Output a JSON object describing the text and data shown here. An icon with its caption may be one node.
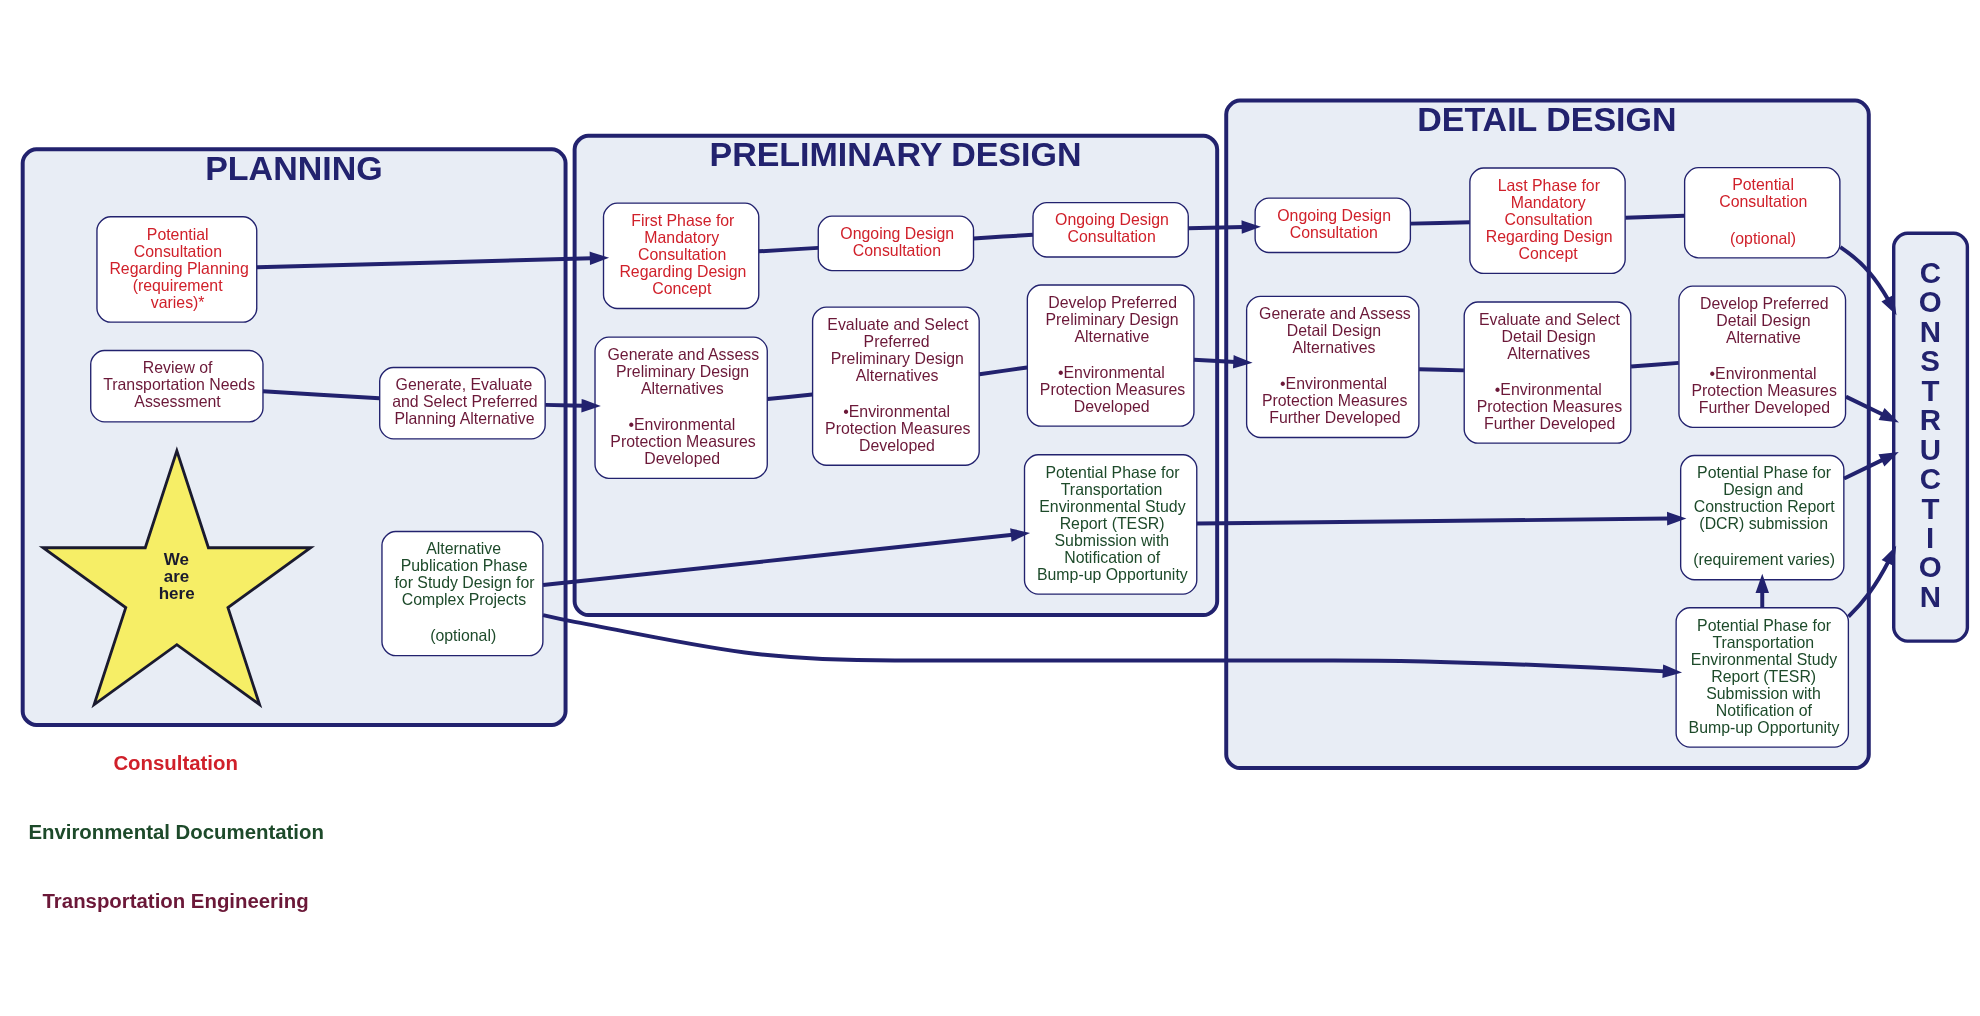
{
  "diagram": {
    "nodes": [
      {
        "text": [
          "PLANNING"
        ]
      },
      {
        "text": [
          "Review of Transportation Needs Assessment"
        ],
        "in": 0
      },
      {
        "text": [
          "Generate, Evaluate and Select Preferred Planning Alternative"
        ],
        "in": 0
      },
      {
        "text": [
          "Alternative Publication Phase for Study Design for Complex Projects",
          "(optional)"
        ],
        "in": 0
      },
      {
        "text": [
          "Potential Consultation Regarding Planning (requirement varies)*"
        ],
        "in": 0
      },
      {
        "text": [
          "We are here"
        ],
        "in": 0
      },
      {
        "text": [
          "PRELIMINARY DESIGN"
        ]
      },
      {
        "text": [
          "Generate and Assess Preliminary Design Alternatives",
          "•Environmental Protection Measures Developed"
        ],
        "in": 6
      },
      {
        "text": [
          "Evaluate and Select Preferred Preliminary Design Alternatives",
          "•Environmental Protection Measures Developed"
        ],
        "in": 6
      },
      {
        "text": [
          "Develop Preferred Preliminary Design Alternative",
          "•Environmental Protection Measures Developed"
        ],
        "in": 6
      },
      {
        "text": [
          "Potential Phase for Transportation Environmental Study Report (TESR) Submission with Notification of Bump-up Opportunity"
        ],
        "in": 6
      },
      {
        "text": [
          "First Phase for Mandatory Consultation Regarding Design Concept"
        ],
        "in": 6
      },
      {
        "text": [
          "Ongoing Design Consultation"
        ],
        "in": 6
      },
      {
        "text": [
          "Ongoing Design Consultation"
        ],
        "in": 6
      },
      {
        "text": [
          "DETAIL DESIGN"
        ]
      },
      {
        "text": [
          "Generate and Assess Detail Design Alternatives",
          "•Environmental Protection Measures Further Developed"
        ],
        "in": 14
      },
      {
        "text": [
          "Evaluate and Select Detail Design Alternatives",
          "•Environmental Protection Measures Further Developed"
        ],
        "in": 14
      },
      {
        "text": [
          "Develop Preferred Detail Design Alternative",
          "•Environmental Protection Measures Further Developed"
        ],
        "in": 14
      },
      {
        "text": [
          "Potential Phase for Transportation Environmental Study Report (TESR) Submission with Notification of Bump-up Opportunity"
        ],
        "in": 14
      },
      {
        "text": [
          "Potential Phase for Design and Construction Report (DCR) submission",
          "(requirement varies)"
        ],
        "in": 14
      },
      {
        "text": [
          "Ongoing Design Consultation"
        ],
        "in": 14
      },
      {
        "text": [
          "Last Phase for Mandatory Consultation Regarding Design Concept"
        ],
        "in": 14
      },
      {
        "text": [
          "Potential Consultation",
          "(optional)"
        ],
        "in": 14
      },
      {
        "text": [
          "CONSTRUCTION"
        ]
      }
    ],
    "edges": [
      {
        "from": 1,
        "to": 2,
        "arrow": "none"
      },
      {
        "from": 2,
        "to": 7,
        "arrow": "to"
      },
      {
        "from": 7,
        "to": 8,
        "arrow": "none"
      },
      {
        "from": 8,
        "to": 9,
        "arrow": "none"
      },
      {
        "from": 9,
        "to": 15,
        "arrow": "to"
      },
      {
        "from": 15,
        "to": 16,
        "arrow": "none"
      },
      {
        "from": 16,
        "to": 17,
        "arrow": "none"
      },
      {
        "from": 17,
        "to": 23,
        "arrow": "to"
      },
      {
        "from": 3,
        "to": 18,
        "arrow": "to"
      },
      {
        "from": 3,
        "to": 10,
        "arrow": "to"
      },
      {
        "from": 10,
        "to": 19,
        "arrow": "to"
      },
      {
        "from": 18,
        "to": 19,
        "arrow": "to"
      },
      {
        "from": 18,
        "to": 23,
        "arrow": "to"
      },
      {
        "from": 19,
        "to": 23,
        "arrow": "to"
      },
      {
        "from": 4,
        "to": 11,
        "arrow": "to"
      },
      {
        "from": 11,
        "to": 12,
        "arrow": "none"
      },
      {
        "from": 12,
        "to": 13,
        "arrow": "none"
      },
      {
        "from": 13,
        "to": 20,
        "arrow": "to"
      },
      {
        "from": 20,
        "to": 21,
        "arrow": "none"
      },
      {
        "from": 21,
        "to": 22,
        "arrow": "none"
      },
      {
        "from": 22,
        "to": 23,
        "arrow": "to"
      }
    ],
    "labels": [
      "Transportation Engineering",
      "Environmental Documentation",
      "Consultation"
    ]
  }
}
